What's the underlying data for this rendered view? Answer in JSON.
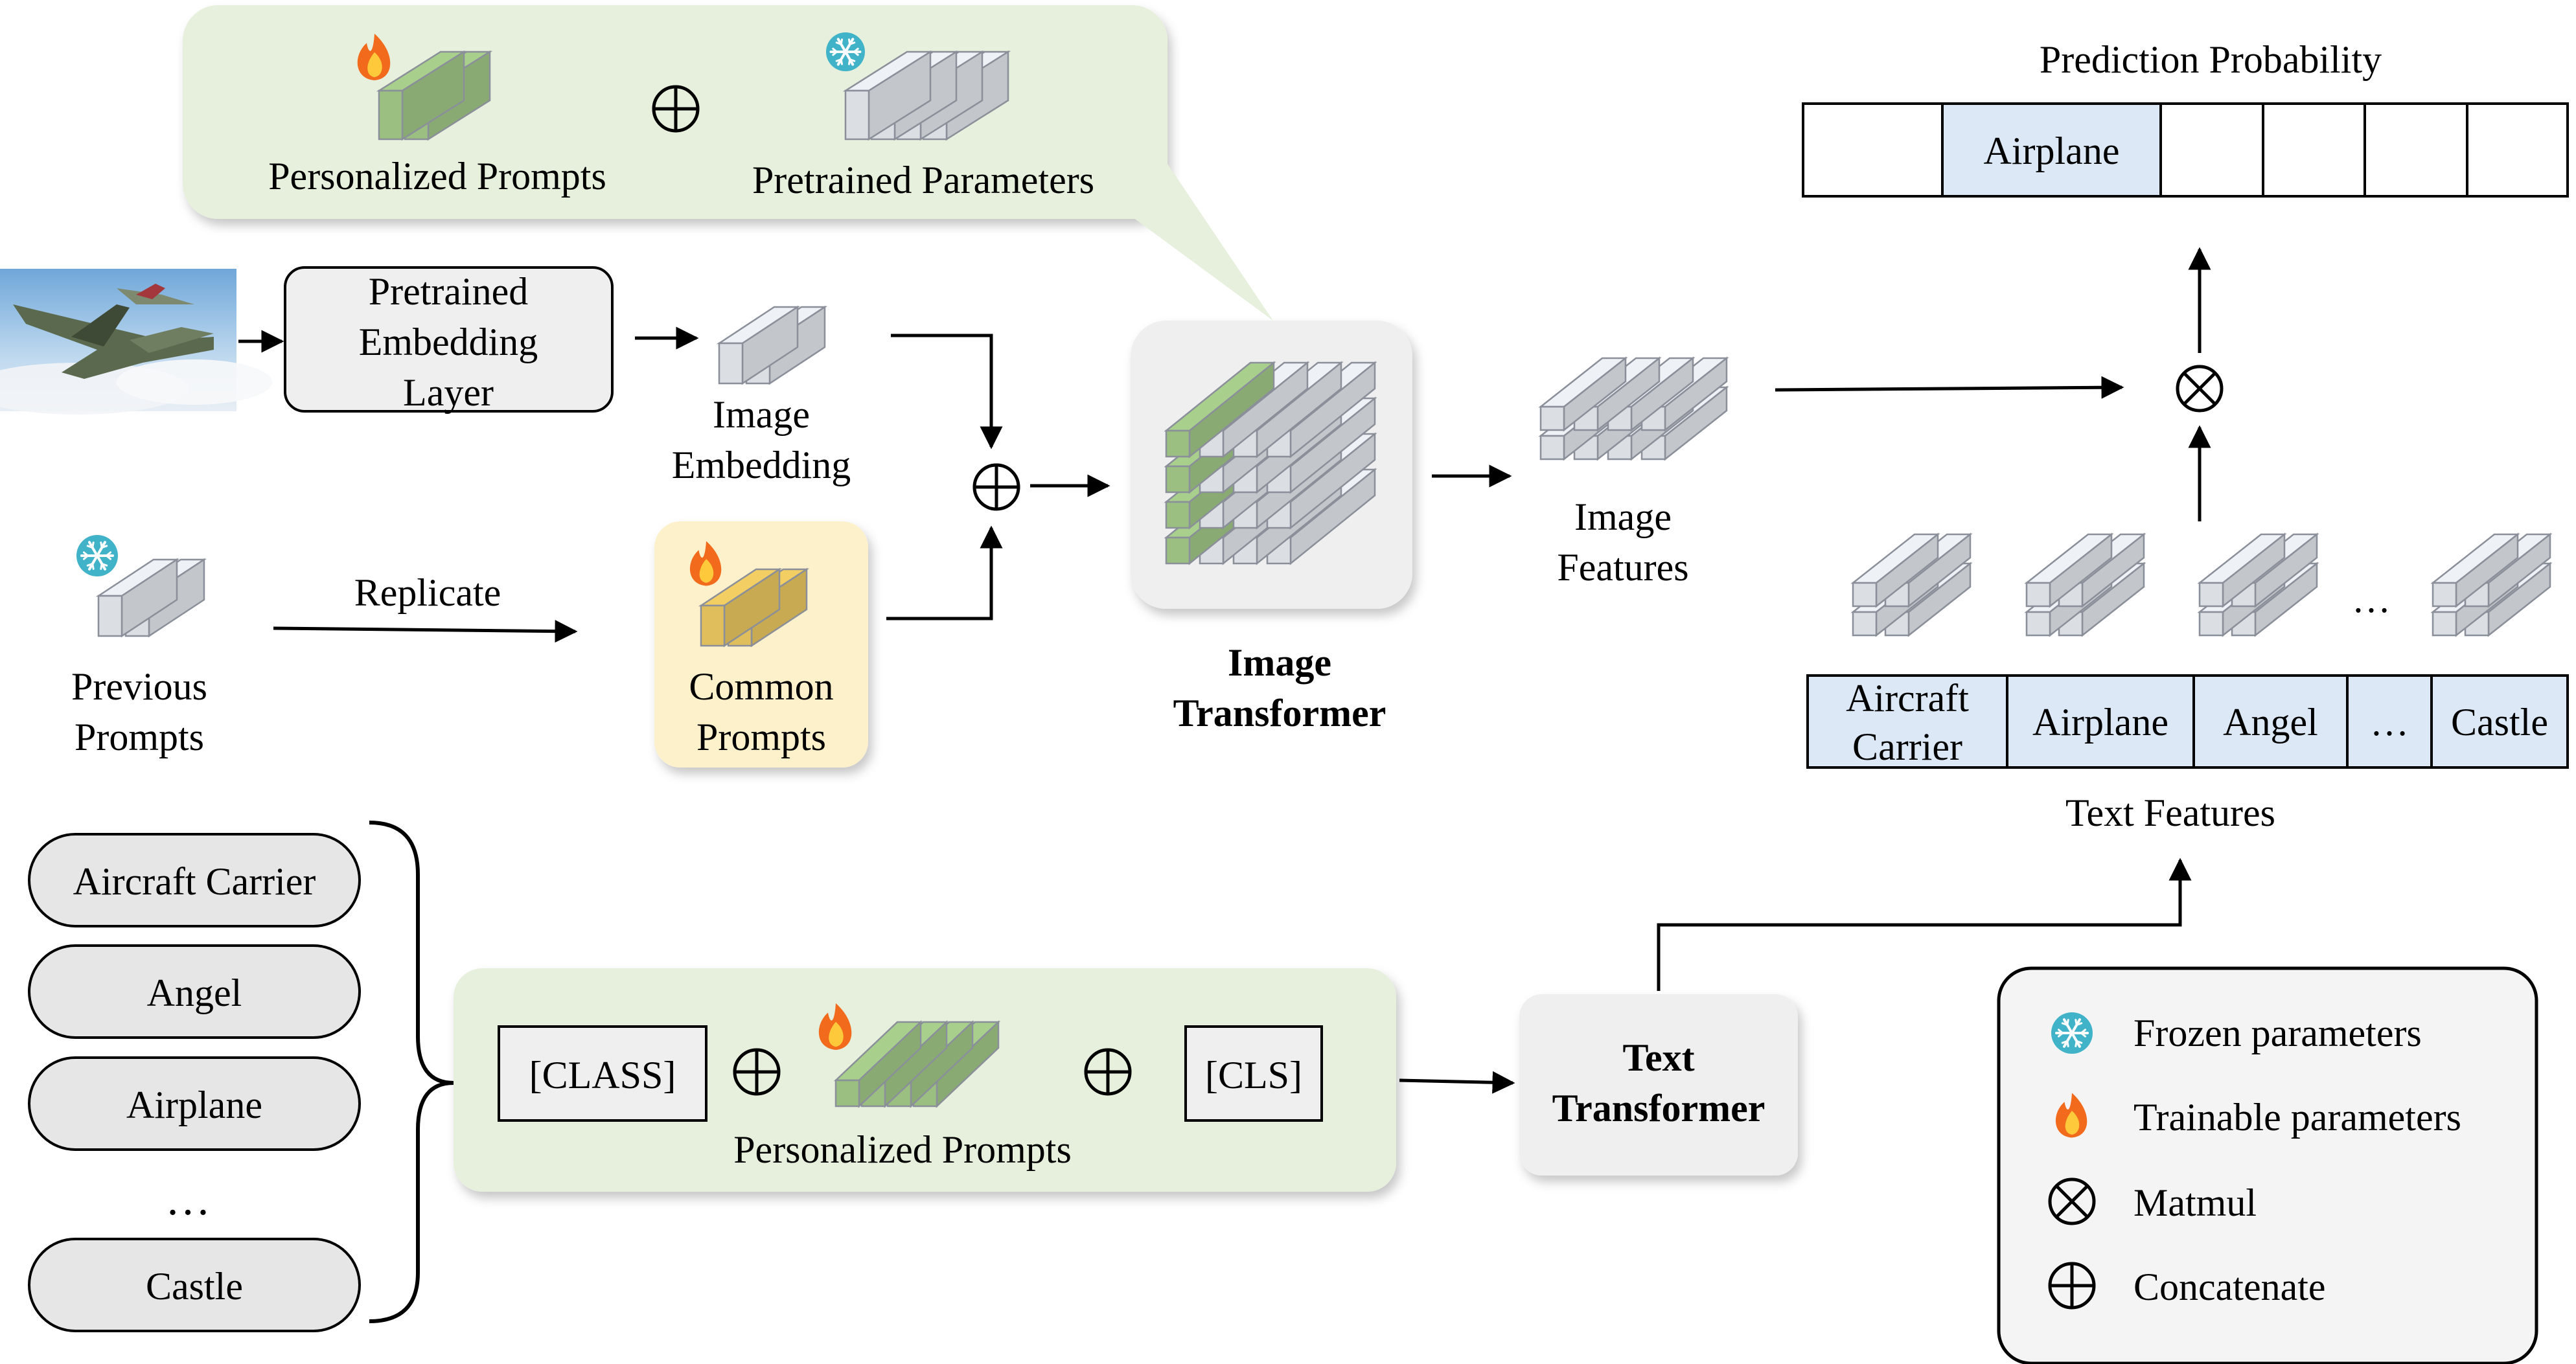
{
  "top_panel": {
    "personalized_prompts": "Personalized Prompts",
    "pretrained_parameters": "Pretrained Parameters",
    "concat_symbol": "⊕"
  },
  "embedding_layer": {
    "lines": [
      "Pretrained",
      "Embedding",
      "Layer"
    ]
  },
  "image_embedding": {
    "lines": [
      "Image",
      "Embedding"
    ]
  },
  "previous_prompts": {
    "lines": [
      "Previous",
      "Prompts"
    ]
  },
  "replicate_label": "Replicate",
  "common_prompts": {
    "lines": [
      "Common",
      "Prompts"
    ]
  },
  "image_transformer": {
    "lines": [
      "Image",
      "Transformer"
    ]
  },
  "image_features": {
    "lines": [
      "Image",
      "Features"
    ]
  },
  "prediction": {
    "title": "Prediction Probability",
    "cells": [
      "",
      "Airplane",
      "",
      "",
      "",
      ""
    ],
    "highlight_index": 1
  },
  "text_features": {
    "label": "Text Features",
    "cells": [
      [
        "Aircraft",
        "Carrier"
      ],
      [
        "Airplane"
      ],
      [
        "Angel"
      ],
      [
        "…"
      ],
      [
        "Castle"
      ]
    ],
    "dots": "…"
  },
  "class_list": {
    "items": [
      "Aircraft Carrier",
      "Angel",
      "Airplane",
      "Castle"
    ],
    "ellipsis": "…"
  },
  "prompt_bar": {
    "class_token": "[CLASS]",
    "cls_token": "[CLS]",
    "personalized_prompts": "Personalized Prompts"
  },
  "text_transformer": {
    "lines": [
      "Text",
      "Transformer"
    ]
  },
  "legend": {
    "frozen": "Frozen parameters",
    "trainable": "Trainable parameters",
    "matmul": "Matmul",
    "concatenate": "Concatenate"
  },
  "colors": {
    "green_panel": "#e6f0dc",
    "yellow_panel": "#fdf1cc",
    "cube_grey_top": "#eef1f6",
    "cube_grey_side": "#c9ccd4",
    "cube_green": "#a8cf8c",
    "cube_yellow": "#f3cf63",
    "feature_blue": "#dce8f5",
    "box_grey": "#efefef"
  }
}
